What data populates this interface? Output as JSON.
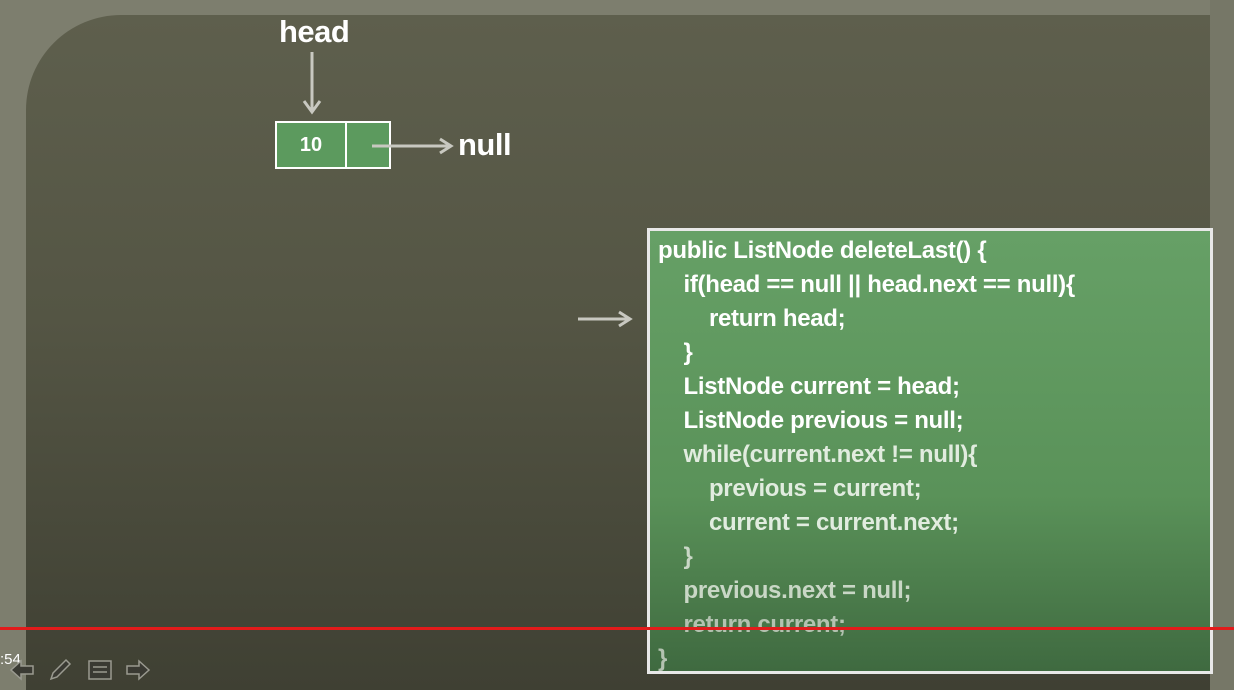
{
  "diagram": {
    "head_label": "head",
    "node_value": "10",
    "null_label": "null"
  },
  "code": {
    "lines": [
      "public ListNode deleteLast() {",
      "    if(head == null || head.next == null){",
      "        return head;",
      "    }",
      "    ListNode current = head;",
      "    ListNode previous = null;",
      "    while(current.next != null){",
      "        previous = current;",
      "        current = current.next;",
      "    }",
      "    previous.next = null;",
      "    return current;",
      "}"
    ]
  },
  "player": {
    "time_text": ":54",
    "progress_color": "#e21b1b",
    "controls": [
      "back-arrow-icon",
      "pen-icon",
      "notes-icon",
      "forward-arrow-icon"
    ]
  }
}
